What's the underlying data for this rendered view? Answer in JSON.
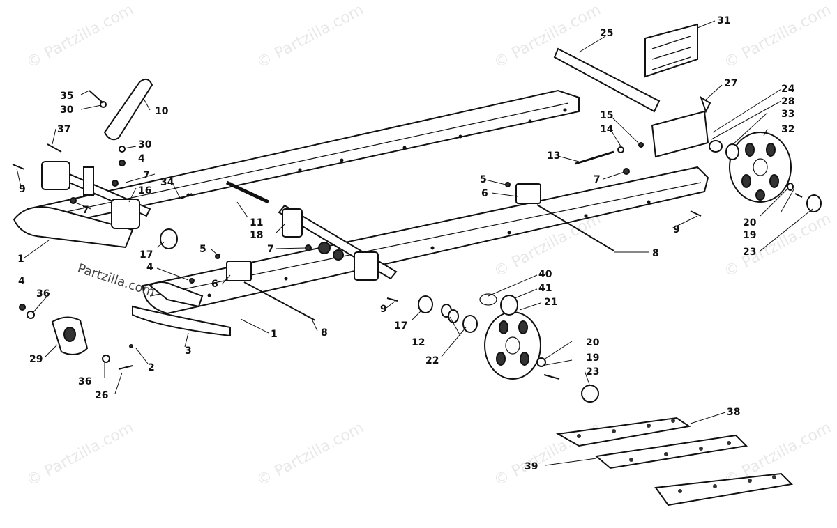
{
  "watermark": "© Partzilla.com",
  "watermark_logo": "Partzilla.com",
  "callouts": [
    {
      "id": "c1a",
      "text": "1"
    },
    {
      "id": "c1b",
      "text": "1"
    },
    {
      "id": "c2",
      "text": "2"
    },
    {
      "id": "c3",
      "text": "3"
    },
    {
      "id": "c4a",
      "text": "4"
    },
    {
      "id": "c4b",
      "text": "4"
    },
    {
      "id": "c4c",
      "text": "4"
    },
    {
      "id": "c5a",
      "text": "5"
    },
    {
      "id": "c5b",
      "text": "5"
    },
    {
      "id": "c6a",
      "text": "6"
    },
    {
      "id": "c6b",
      "text": "6"
    },
    {
      "id": "c7a",
      "text": "7"
    },
    {
      "id": "c7b",
      "text": "7"
    },
    {
      "id": "c7c",
      "text": "7"
    },
    {
      "id": "c7d",
      "text": "7"
    },
    {
      "id": "c8a",
      "text": "8"
    },
    {
      "id": "c8b",
      "text": "8"
    },
    {
      "id": "c9a",
      "text": "9"
    },
    {
      "id": "c9b",
      "text": "9"
    },
    {
      "id": "c9c",
      "text": "9"
    },
    {
      "id": "c10",
      "text": "10"
    },
    {
      "id": "c11",
      "text": "11"
    },
    {
      "id": "c12",
      "text": "12"
    },
    {
      "id": "c13",
      "text": "13"
    },
    {
      "id": "c14",
      "text": "14"
    },
    {
      "id": "c15",
      "text": "15"
    },
    {
      "id": "c16",
      "text": "16"
    },
    {
      "id": "c17a",
      "text": "17"
    },
    {
      "id": "c17b",
      "text": "17"
    },
    {
      "id": "c18",
      "text": "18"
    },
    {
      "id": "c19a",
      "text": "19"
    },
    {
      "id": "c19b",
      "text": "19"
    },
    {
      "id": "c20a",
      "text": "20"
    },
    {
      "id": "c20b",
      "text": "20"
    },
    {
      "id": "c21",
      "text": "21"
    },
    {
      "id": "c22",
      "text": "22"
    },
    {
      "id": "c23a",
      "text": "23"
    },
    {
      "id": "c23b",
      "text": "23"
    },
    {
      "id": "c24",
      "text": "24"
    },
    {
      "id": "c25",
      "text": "25"
    },
    {
      "id": "c26",
      "text": "26"
    },
    {
      "id": "c27",
      "text": "27"
    },
    {
      "id": "c28",
      "text": "28"
    },
    {
      "id": "c29",
      "text": "29"
    },
    {
      "id": "c30a",
      "text": "30"
    },
    {
      "id": "c30b",
      "text": "30"
    },
    {
      "id": "c31",
      "text": "31"
    },
    {
      "id": "c32",
      "text": "32"
    },
    {
      "id": "c33",
      "text": "33"
    },
    {
      "id": "c34",
      "text": "34"
    },
    {
      "id": "c35",
      "text": "35"
    },
    {
      "id": "c36a",
      "text": "36"
    },
    {
      "id": "c36b",
      "text": "36"
    },
    {
      "id": "c37",
      "text": "37"
    },
    {
      "id": "c38",
      "text": "38"
    },
    {
      "id": "c39",
      "text": "39"
    },
    {
      "id": "c40",
      "text": "40"
    },
    {
      "id": "c41",
      "text": "41"
    }
  ]
}
